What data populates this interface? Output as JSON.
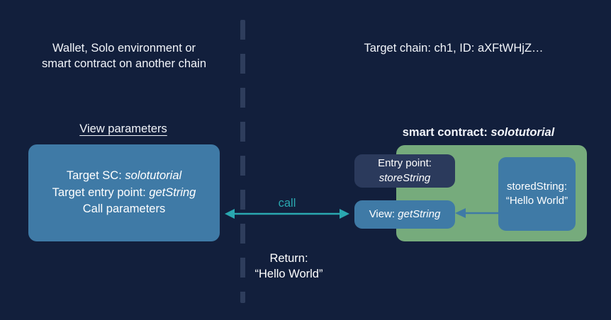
{
  "diagram": {
    "background_color": "#121f3c",
    "divider": {
      "name": "vertical-dashed-divider",
      "color": "#2e3d5c"
    },
    "left_actor": {
      "label": "Wallet, Solo environment or\nsmart contract on another chain"
    },
    "right_actor": {
      "label": "Target chain: ch1, ID: aXFtWHjZ…"
    },
    "view_parameters": {
      "heading": "View parameters",
      "box_color": "#3f7aa6",
      "lines": [
        {
          "prefix": "Target SC: ",
          "emphasis": "solotutorial"
        },
        {
          "prefix": "Target entry point: ",
          "emphasis": "getString"
        },
        {
          "prefix": "Call parameters",
          "emphasis": ""
        }
      ]
    },
    "call_flow": {
      "call_label": "call",
      "call_color": "#2aa8b0",
      "return_label": "Return:\n“Hello World”"
    },
    "smart_contract": {
      "heading_prefix": "smart contract: ",
      "heading_emphasis": "solotutorial",
      "panel_color": "#76ab7c",
      "entry_point": {
        "line1": "Entry point:",
        "emphasis": "storeString",
        "color": "#2b3a5c"
      },
      "view": {
        "prefix": "View: ",
        "emphasis": "getString",
        "color": "#3f7aa6"
      },
      "stored_string": {
        "line1": "storedString:",
        "line2": "“Hello World”",
        "color": "#3f7aa6"
      },
      "inner_arrow_color": "#3f7aa6"
    }
  }
}
